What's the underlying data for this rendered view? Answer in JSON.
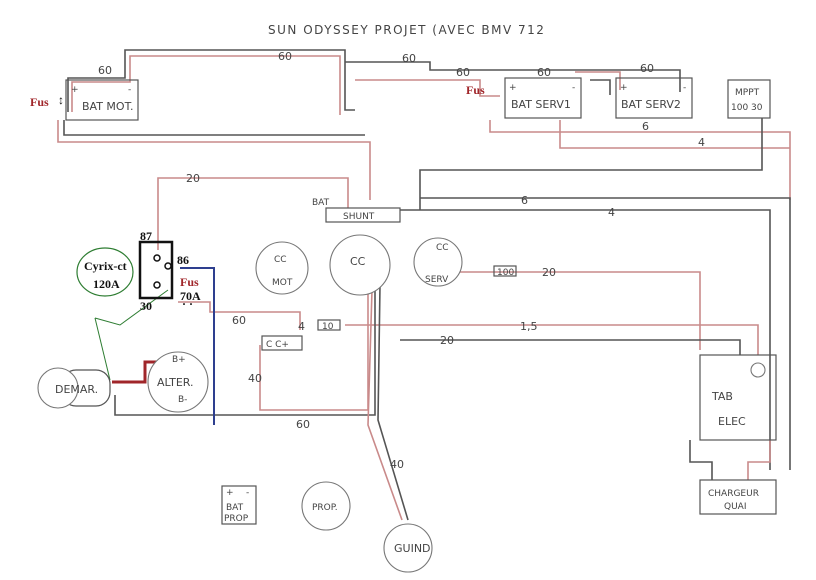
{
  "title": "SUN ODYSSEY PROJET (AVEC BMV 712",
  "components": {
    "bat_mot": "BAT MOT.",
    "bat_serv1": "BAT SERV1",
    "bat_serv2": "BAT SERV2",
    "mppt_line1": "MPPT",
    "mppt_line2": "100 30",
    "shunt": "SHUNT",
    "bat_tag": "BAT",
    "cc_mot_a": "CC",
    "cc_mot_b": "MOT",
    "cc_main": "CC",
    "cc_serv_a": "CC",
    "cc_serv_b": "SERV",
    "demar": "DEMAR.",
    "alter": "ALTER.",
    "b_plus": "B+",
    "b_minus": "B-",
    "cc_plus": "C C+",
    "tab_a": "TAB",
    "tab_b": "ELEC",
    "chargeur_a": "CHARGEUR",
    "chargeur_b": "QUAI",
    "guind": "GUIND",
    "prop": "PROP.",
    "bat_prop_a": "BAT",
    "bat_prop_b": "PROP"
  },
  "overlay": {
    "fus_left": "Fus",
    "fus_top": "Fus",
    "fus_relay": "Fus",
    "fus_amp": "70A",
    "pin87": "87",
    "pin86": "86",
    "pin30": "30",
    "relay_name": "Cyrix-ct",
    "relay_amp": "120A"
  },
  "wire_labels": {
    "w60_a": "60",
    "w60_b": "60",
    "w60_c": "60",
    "w60_d": "60",
    "w60_e": "60",
    "w60_f": "60",
    "w60_g": "60",
    "w20_a": "20",
    "w20_b": "20",
    "w20_c": "20",
    "w6_a": "6",
    "w6_b": "6",
    "w4_a": "4",
    "w4_b": "4",
    "w4_c": "4",
    "w40_a": "40",
    "w40_b": "40",
    "w15": "1,5",
    "f100": "100",
    "f10": "10"
  }
}
